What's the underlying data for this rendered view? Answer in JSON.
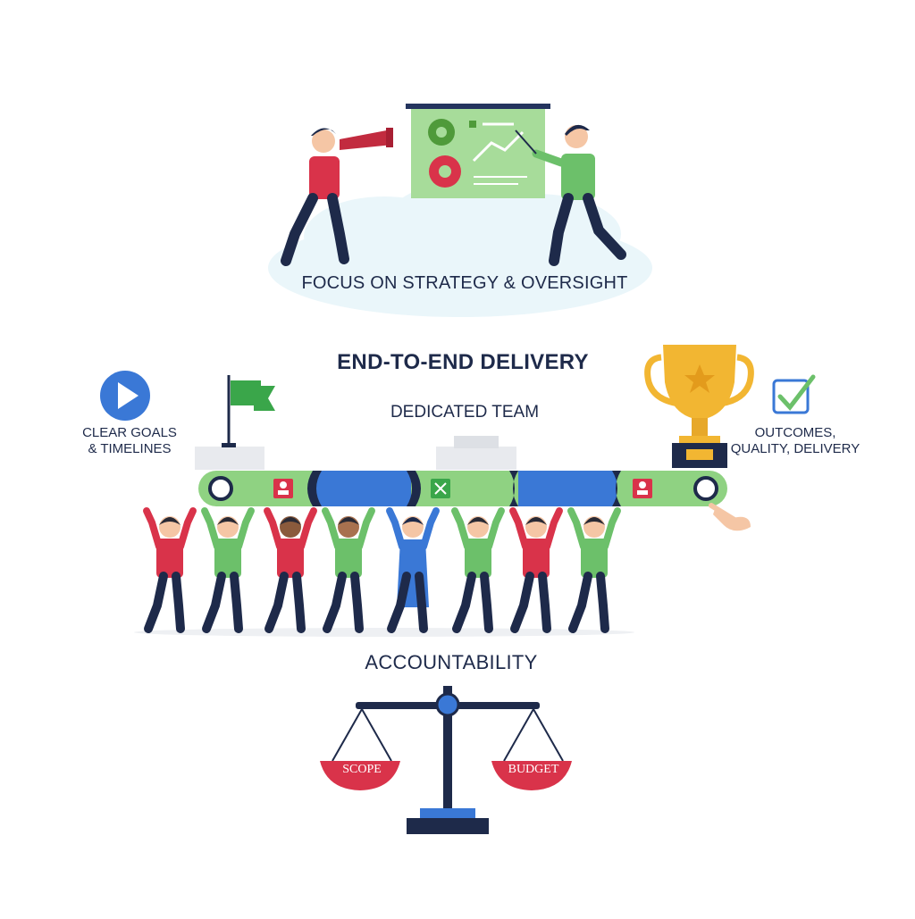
{
  "labels": {
    "strategy": "FOCUS ON STRATEGY & OVERSIGHT",
    "delivery": "END-TO-END DELIVERY",
    "team": "DEDICATED TEAM",
    "goals_line1": "CLEAR GOALS",
    "goals_line2": "& TIMELINES",
    "outcomes_line1": "OUTCOMES,",
    "outcomes_line2": "QUALITY, DELIVERY",
    "accountability": "ACCOUNTABILITY",
    "scope": "SCOPE",
    "budget": "BUDGET"
  },
  "icons": [
    "telescope-icon",
    "gear-icon",
    "line-chart-icon",
    "flag-icon",
    "play-icon",
    "trophy-icon",
    "checkbox-check-icon",
    "hand-pointer-icon",
    "balance-scale-icon"
  ],
  "team_shirt_colors": [
    "red",
    "green",
    "red",
    "green",
    "blue",
    "green",
    "red",
    "green"
  ],
  "colors": {
    "navy": "#1e2a4a",
    "red": "#d9334a",
    "green": "#6cc06a",
    "blue": "#3a78d6",
    "gold": "#f2b632",
    "cloud": "#eaf6fa"
  }
}
